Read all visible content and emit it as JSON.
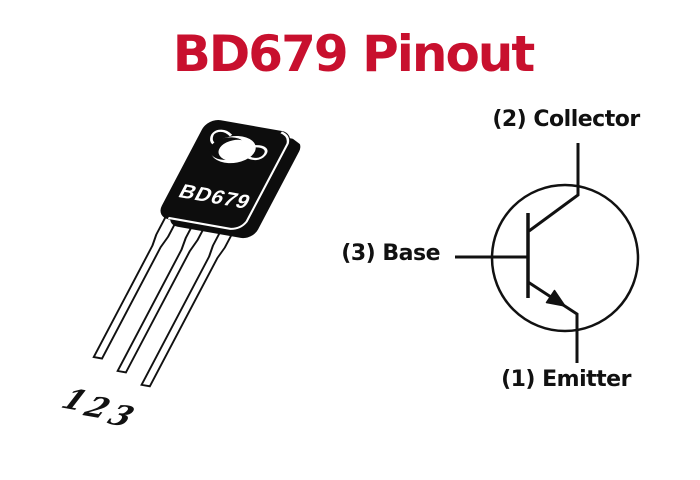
{
  "title": {
    "text": "BD679 Pinout"
  },
  "package": {
    "part_label": "BD679",
    "pin_numbers": [
      "1",
      "2",
      "3"
    ]
  },
  "symbol": {
    "collector_label": "(2) Collector",
    "base_label": "(3) Base",
    "emitter_label": "(1) Emitter"
  },
  "colors": {
    "title_red": "#c8102e",
    "ink_black": "#111111",
    "package_black": "#0d0d0d",
    "background": "#ffffff"
  }
}
